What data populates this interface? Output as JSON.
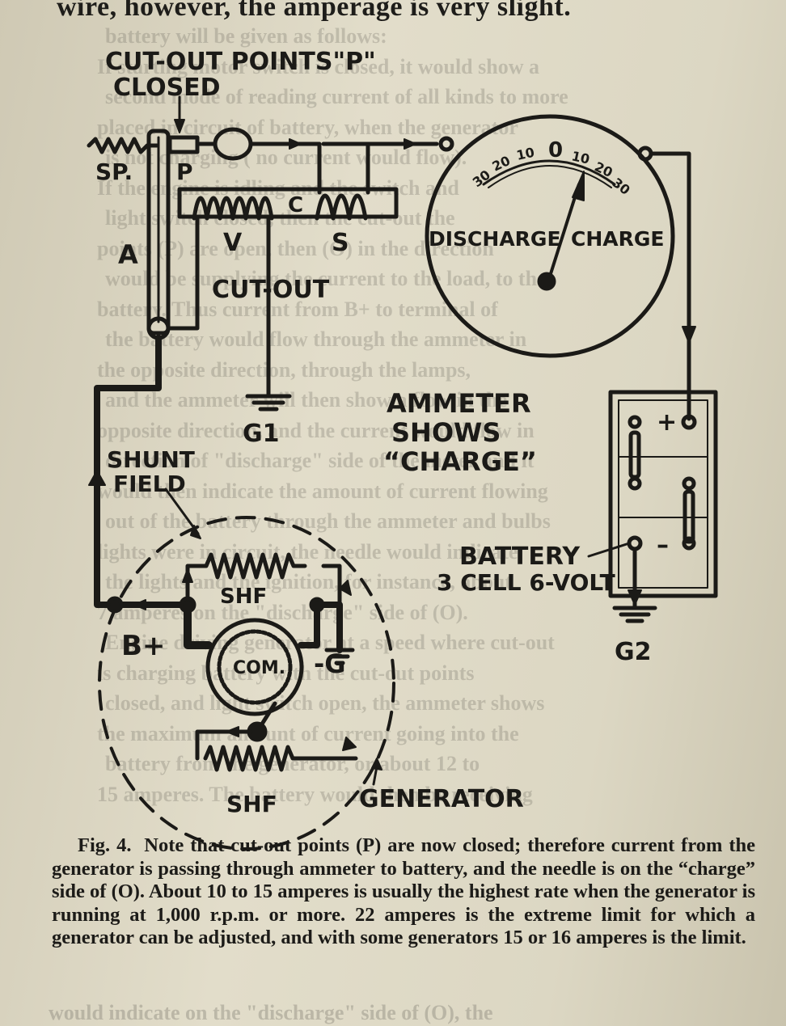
{
  "page": {
    "top_text": "wire, however, the amperage is very slight.",
    "bleed_lines": [
      "battery will be given as follows:",
      "If starting motor switch is closed, it would show a",
      "second mode of reading current of all kinds to more",
      "placed in circuit of battery, when the generator",
      "is not charging ( no current would flow).",
      "If the engine is idling and the switch and",
      "light switch closed, then the cut-out the",
      "points (P) are open, then (O) in the direction",
      "would be supplying the current to the load, to the",
      "battery. Thus current from B+ to terminal of",
      "the battery would flow through the ammeter in",
      "the opposite direction, through the lamps,",
      "and the ammeter will then show a flow in the",
      "opposite direction, and the current would flow in",
      "direction of \"discharge\" side of the meter and it",
      "would then indicate the amount of current flowing",
      "out of the battery through the ammeter and bulbs",
      "lights were in circuit, the needle would indicate",
      "the lights and the ignition, for instance, about",
      "7 amperes on the \"discharge\" side of (O).",
      "Engine driving generator at a speed where cut-out",
      "is charging battery with the cut-out points",
      "closed, and light switch open, the ammeter shows",
      "the maximum amount of current going into the",
      "battery from the generator, or about 12 to",
      "15 amperes. The battery would then be receiving"
    ],
    "bottom_text": "would indicate on the \"discharge\" side of (O), the"
  },
  "labels": {
    "cutout_points": "CUT-OUT POINTS\"P\"",
    "closed": "CLOSED",
    "sp": "SP.",
    "p": "P",
    "a": "A",
    "v": "V",
    "c": "C",
    "s": "S",
    "cut_out": "CUT-OUT",
    "g1": "G1",
    "shunt": "SHUNT",
    "field": "FIELD",
    "shf_top": "SHF",
    "shf_bottom": "SHF",
    "bplus": "B+",
    "com": "COM.",
    "minus_g": "-G",
    "generator": "GENERATOR",
    "ammeter_line1": "AMMETER",
    "ammeter_line2": "SHOWS",
    "ammeter_line3": "“CHARGE”",
    "discharge": "DISCHARGE",
    "charge": "CHARGE",
    "scale": [
      "30",
      "20",
      "10",
      "0",
      "10",
      "20",
      "30"
    ],
    "plus": "+",
    "minus": "–",
    "battery": "BATTERY",
    "battery_spec": "3 CELL 6-VOLT",
    "g2": "G2"
  },
  "caption": {
    "fig": "Fig. 4.",
    "text": "Note that cut-out points (P) are now closed; therefore current from the generator is passing through ammeter to battery, and the needle is on the “charge” side of (O). About 10 to 15 amperes is usually the highest rate when the generator is running at 1,000 r.p.m. or more. 22 amperes is the extreme limit for which a generator can be adjusted, and with some generators 15 or 16 amperes is the limit."
  },
  "colors": {
    "ink": "#1b1a17",
    "paper": "#dcd7c3"
  }
}
